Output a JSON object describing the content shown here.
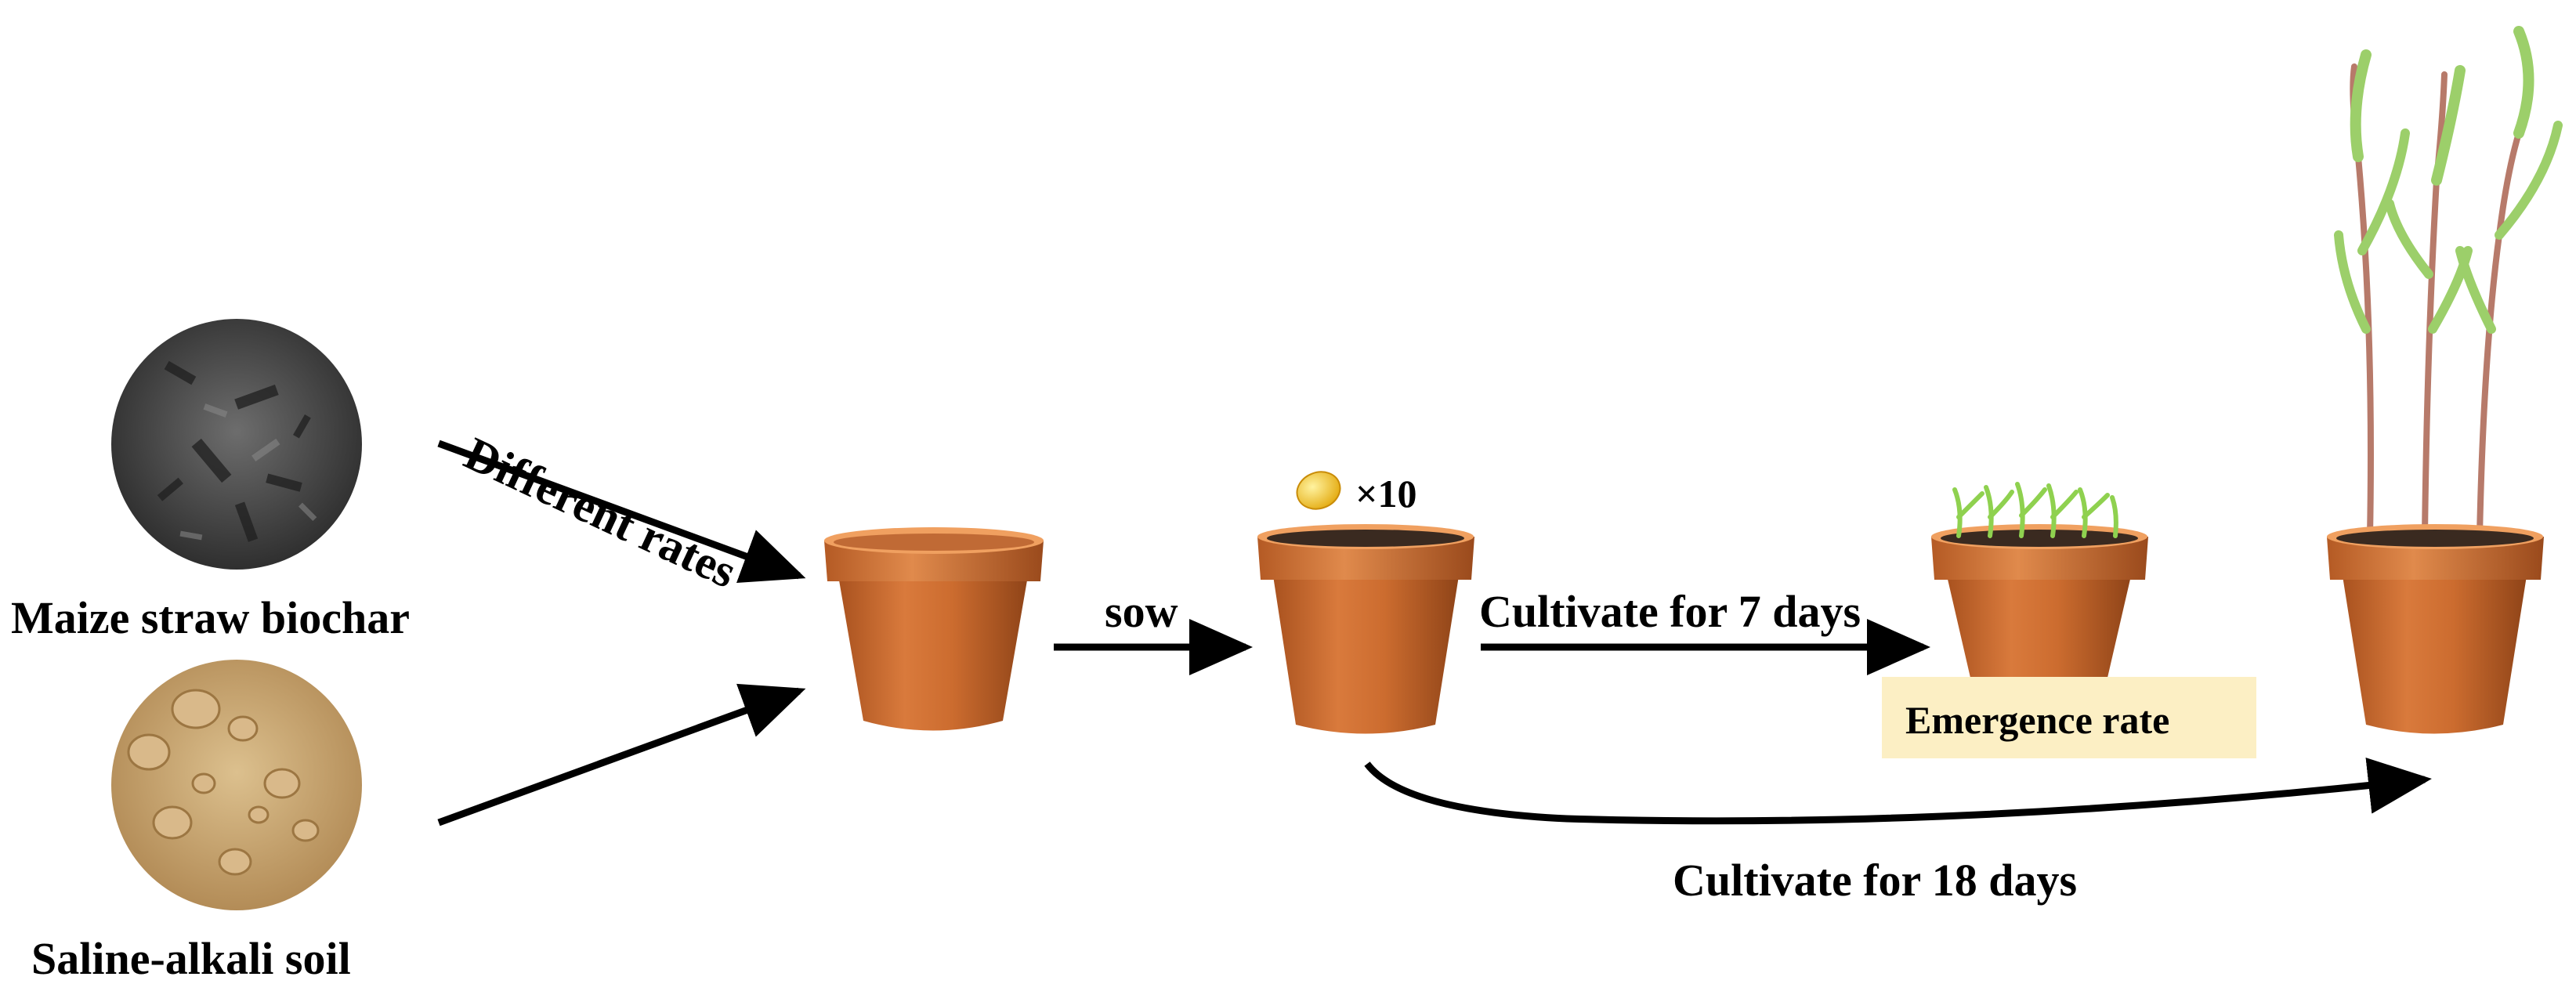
{
  "labels": {
    "biochar": "Maize straw biochar",
    "soil": "Saline-alkali soil",
    "rates": "Different rates",
    "sow": "sow",
    "seed_count": "×10",
    "cultivate_7": "Cultivate for 7 days",
    "cultivate_18": "Cultivate for 18 days",
    "emergence": "Emergence rate"
  },
  "colors": {
    "pot": "#c96a2e",
    "pot_dark": "#9a4a1c",
    "soil_top": "#3a2a20",
    "biochar": "#4a4a4a",
    "saline_soil": "#c9a978",
    "seedling": "#8fd14f",
    "plant_stem": "#b77a6a",
    "plant_leaf": "#9ccf6a",
    "emergence_box": "#fcefc4",
    "seed": "#f5c518"
  }
}
